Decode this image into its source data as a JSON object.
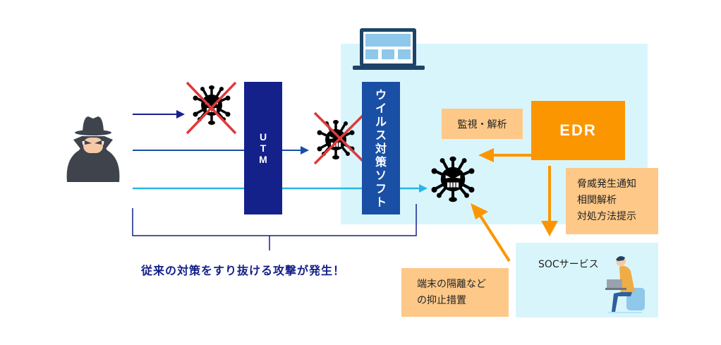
{
  "diagram": {
    "title_caption": "従来の対策をすり抜ける攻撃が発生！",
    "nodes": {
      "attacker": {
        "icon": "hacker-icon"
      },
      "utm": {
        "label": "UTM",
        "chars": [
          "U",
          "T",
          "M"
        ],
        "color": "#14218a"
      },
      "antivirus": {
        "label": "ウイルス対策ソフト",
        "chars": [
          "ウ",
          "イ",
          "ル",
          "ス",
          "対",
          "策",
          "ソ",
          "フ",
          "ト"
        ],
        "color": "#1a4fa6"
      },
      "endpoint": {
        "icon": "laptop-icon"
      },
      "edr": {
        "label": "EDR",
        "color": "#fb9600"
      },
      "monitor": {
        "label": "監視・解析"
      },
      "threat_box": {
        "lines": [
          "脅威発生通知",
          "相関解析",
          "対処方法提示"
        ]
      },
      "soc": {
        "label": "SOCサービス",
        "icon": "operator-icon"
      },
      "isolation": {
        "lines": [
          "端末の隔離など",
          "の抑止措置"
        ]
      }
    },
    "colors": {
      "navy": "#14218a",
      "blue": "#1a4fa6",
      "cyan": "#29b6e3",
      "orange": "#fb9600",
      "peach": "#fdc888",
      "zone": "#d9f5fc",
      "blocked_cross": "#e0393a"
    }
  }
}
